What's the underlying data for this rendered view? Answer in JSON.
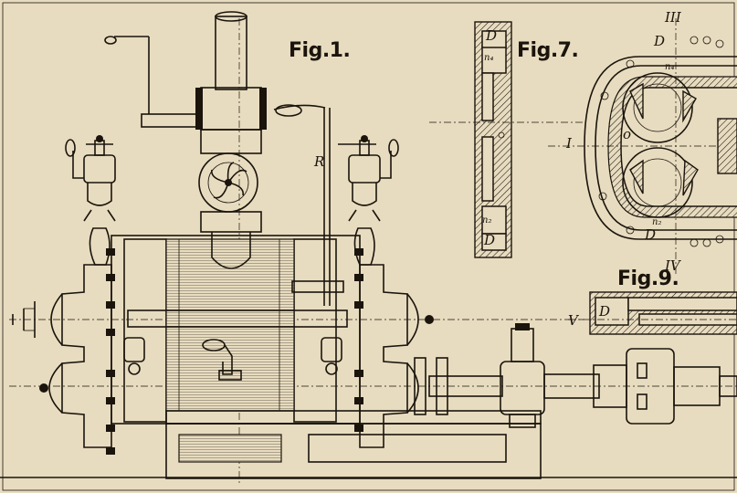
{
  "labels": {
    "fig1": "Fig.1.",
    "fig7": "Fig.7.",
    "fig9": "Fig.9.",
    "r": "R",
    "i": "I",
    "iii": "III",
    "iv": "IV",
    "v": "V",
    "o": "o",
    "d_fig7_top": "D",
    "d_fig7_bottom": "D",
    "d_fig3_top": "D",
    "d_fig3_bottom": "D",
    "d_fig9": "D",
    "n4": "n₄",
    "n2": "n₂",
    "n4_fig7": "n₄",
    "n2_fig7": "n₂"
  },
  "colors": {
    "paper": "#e8dcc0",
    "ink": "#1a140c"
  }
}
